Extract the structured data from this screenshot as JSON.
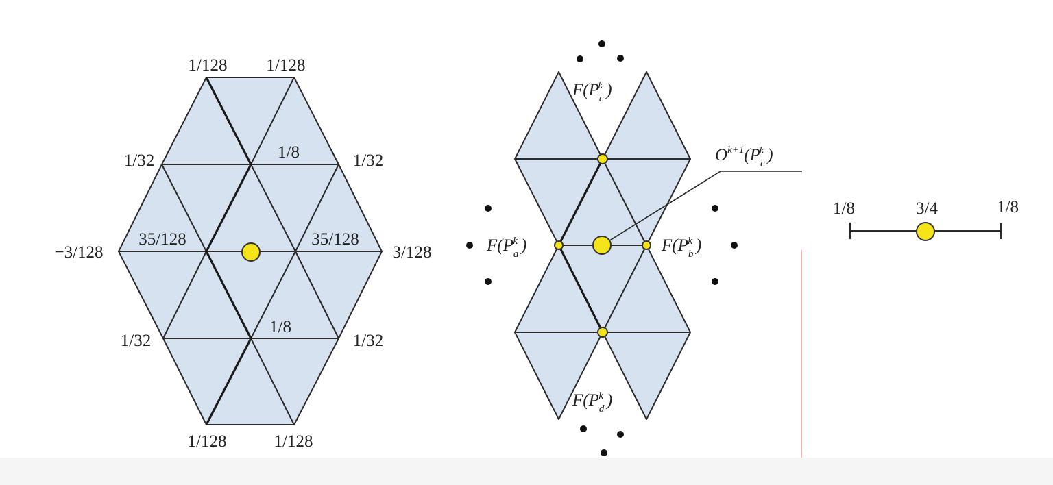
{
  "diagrams": {
    "stencil_a": {
      "weights": {
        "top_left": "1/128",
        "top_right": "1/128",
        "upper_left": "1/32",
        "upper_right": "1/32",
        "upper_center": "1/8",
        "far_left": "−3/128",
        "far_right": "3/128",
        "mid_left": "35/128",
        "mid_right": "35/128",
        "lower_center": "1/8",
        "lower_left": "1/32",
        "lower_right": "1/32",
        "bottom_left": "1/128",
        "bottom_right": "1/128"
      }
    },
    "stencil_b": {
      "labels": {
        "top": {
          "base": "F(P",
          "sub": "c",
          "sup": "k",
          "close": ")"
        },
        "left": {
          "base": "F(P",
          "sub": "a",
          "sup": "k",
          "close": ")"
        },
        "right": {
          "base": "F(P",
          "sub": "b",
          "sup": "k",
          "close": ")"
        },
        "bottom": {
          "base": "F(P",
          "sub": "d",
          "sup": "k",
          "close": ")"
        },
        "callout": {
          "base": "O",
          "sup1": "k+1",
          "open": "(P",
          "sub": "c",
          "sup2": "k",
          "close": ")"
        }
      }
    },
    "stencil_c": {
      "weights": {
        "left": "1/8",
        "center": "3/4",
        "right": "1/8"
      }
    }
  },
  "colors": {
    "face_fill": "#d6e2ef",
    "edge": "#2a2a2a",
    "highlight_point": "#f6e41a",
    "point_outline": "#333333",
    "accent_line": "#f2b9b9"
  }
}
